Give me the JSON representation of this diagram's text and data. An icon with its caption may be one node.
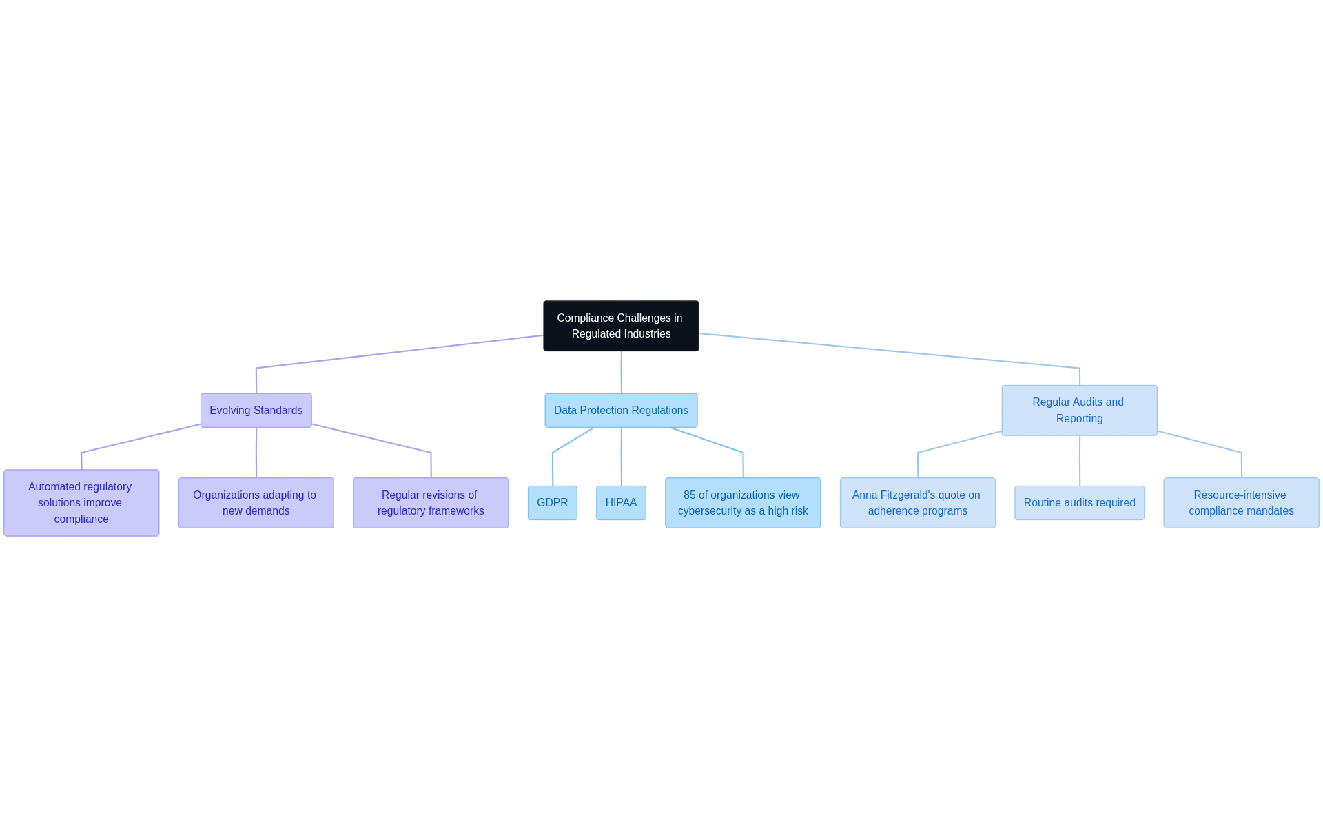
{
  "diagram": {
    "nodes": [
      {
        "text": [
          "Compliance Challenges in Regulated Industries"
        ]
      },
      {
        "text": [
          "Evolving Standards"
        ]
      },
      {
        "text": [
          "Automated regulatory solutions improve compliance"
        ]
      },
      {
        "text": [
          "Organizations adapting to new demands"
        ]
      },
      {
        "text": [
          "Regular revisions of regulatory frameworks"
        ]
      },
      {
        "text": [
          "Data Protection Regulations"
        ]
      },
      {
        "text": [
          "GDPR"
        ]
      },
      {
        "text": [
          "HIPAA"
        ]
      },
      {
        "text": [
          "85 of organizations view cybersecurity as a high risk"
        ]
      },
      {
        "text": [
          "Regular Audits and Reporting"
        ]
      },
      {
        "text": [
          "Anna Fitzgerald's quote on adherence programs"
        ]
      },
      {
        "text": [
          "Routine audits required"
        ]
      },
      {
        "text": [
          "Resource-intensive compliance mandates"
        ]
      }
    ],
    "edges": [
      {
        "from": 0,
        "to": 1,
        "arrow": "none",
        "color": "#a3a3f0"
      },
      {
        "from": 1,
        "to": 2,
        "arrow": "none",
        "color": "#a3a3f0"
      },
      {
        "from": 1,
        "to": 3,
        "arrow": "none",
        "color": "#a3a3f0"
      },
      {
        "from": 1,
        "to": 4,
        "arrow": "none",
        "color": "#a3a3f0"
      },
      {
        "from": 0,
        "to": 5,
        "arrow": "none",
        "color": "#7cc0ec"
      },
      {
        "from": 5,
        "to": 6,
        "arrow": "none",
        "color": "#7cc0ec"
      },
      {
        "from": 5,
        "to": 7,
        "arrow": "none",
        "color": "#7cc0ec"
      },
      {
        "from": 5,
        "to": 8,
        "arrow": "none",
        "color": "#7cc0ec"
      },
      {
        "from": 0,
        "to": 9,
        "arrow": "none",
        "color": "#9cc6f0"
      },
      {
        "from": 9,
        "to": 10,
        "arrow": "none",
        "color": "#9cc6f0"
      },
      {
        "from": 9,
        "to": 11,
        "arrow": "none",
        "color": "#9cc6f0"
      },
      {
        "from": 9,
        "to": 12,
        "arrow": "none",
        "color": "#9cc6f0"
      }
    ]
  }
}
